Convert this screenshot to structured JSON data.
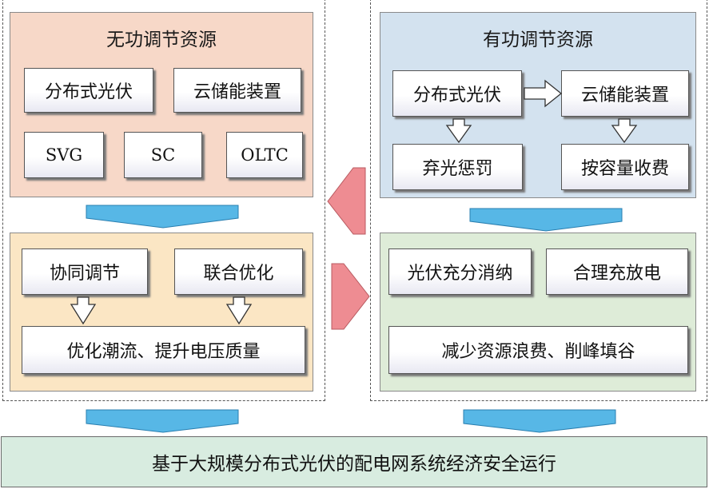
{
  "left_top": {
    "title": "无功调节资源",
    "items": [
      "分布式光伏",
      "云储能装置",
      "SVG",
      "SC",
      "OLTC"
    ]
  },
  "left_bottom": {
    "items": [
      "协同调节",
      "联合优化"
    ],
    "result": "优化潮流、提升电压质量"
  },
  "right_top": {
    "title": "有功调节资源",
    "items": [
      "分布式光伏",
      "云储能装置",
      "弃光惩罚",
      "按容量收费"
    ]
  },
  "right_bottom": {
    "items": [
      "光伏充分消纳",
      "合理充放电"
    ],
    "result": "减少资源浪费、削峰填谷"
  },
  "bottom": {
    "label": "基于大规模分布式光伏的配电网系统经济安全运行"
  },
  "colors": {
    "left_top_fill": "#f7d8c8",
    "left_bottom_fill": "#fbe6c4",
    "right_top_fill": "#d3e2ef",
    "right_bottom_fill": "#deecd8",
    "bottom_fill": "#d8ece0",
    "blue_arrow": "#57b7e6",
    "pink_arrow": "#ee8c92"
  }
}
